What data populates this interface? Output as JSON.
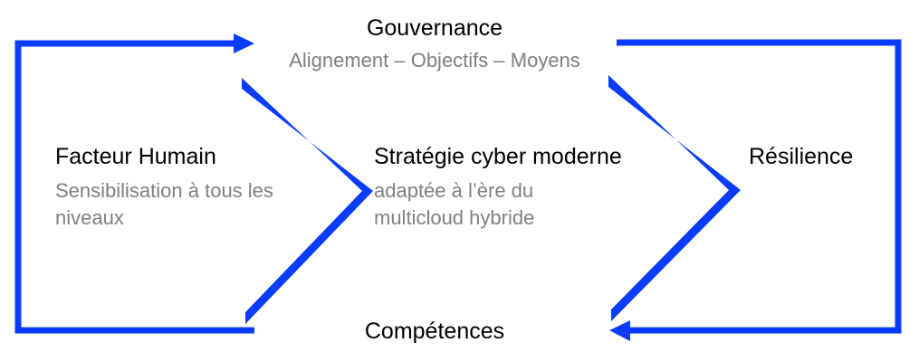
{
  "colors": {
    "accent": "#0033ff",
    "title_text": "#000000",
    "subtitle_text": "#7f7f7f",
    "background": "#ffffff"
  },
  "top": {
    "title": "Gouvernance",
    "subtitle": "Alignement – Objectifs – Moyens"
  },
  "left": {
    "title": "Facteur Humain",
    "subtitle_line1": "Sensibilisation à tous les",
    "subtitle_line2": "niveaux"
  },
  "center": {
    "title": "Stratégie cyber moderne",
    "subtitle_line1": "adaptée à l’ère du",
    "subtitle_line2": "multicloud hybride"
  },
  "right": {
    "title": "Résilience"
  },
  "bottom": {
    "title": "Compétences"
  },
  "shapes": {
    "left_bracket": "arrow from bottom-left around to top pointing right toward Gouvernance",
    "chevron_1": "right-pointing chevron between Facteur Humain and Stratégie",
    "chevron_2": "right-pointing chevron between Stratégie and Résilience",
    "right_bracket": "arrow from top-right around to bottom pointing left toward Compétences"
  }
}
